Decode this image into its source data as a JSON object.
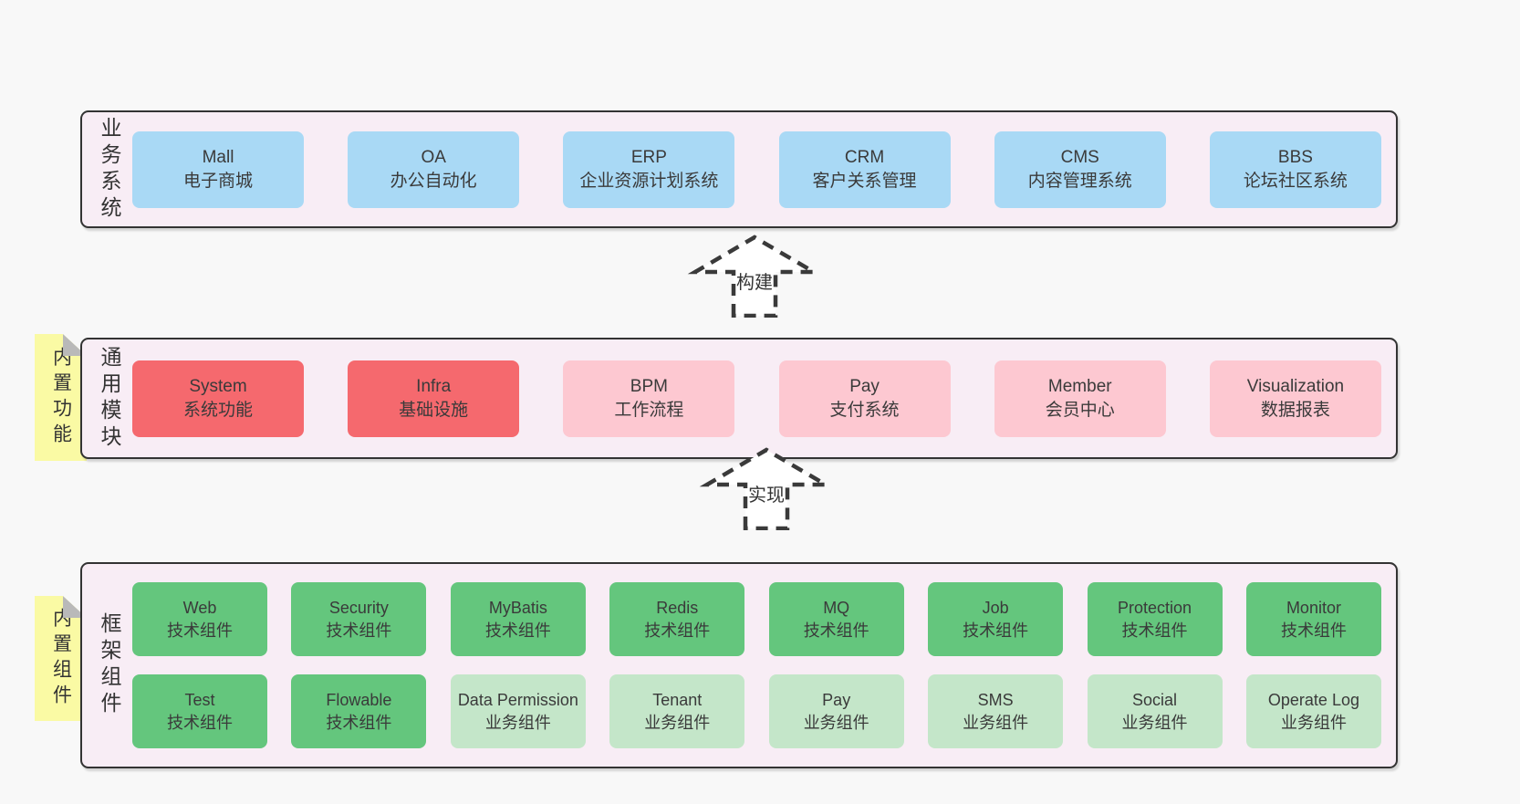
{
  "colors": {
    "pageBg": "#f8f8f8",
    "bandBg": "#f8edf5",
    "bandBorder": "#333333",
    "blue": "#a9d9f5",
    "red": "#f5696e",
    "pink": "#fdc8d1",
    "green": "#64c67d",
    "greenLight": "#c4e6c9",
    "noteYellow": "#fafaa4",
    "noteFold": "#b9b9b9",
    "text": "#3a3a3a"
  },
  "arrows": [
    {
      "label": "构建"
    },
    {
      "label": "实现"
    }
  ],
  "bands": [
    {
      "label": "业务系统",
      "rows": [
        {
          "boxes": [
            {
              "name": "Mall",
              "desc": "电子商城",
              "tone": "blue"
            },
            {
              "name": "OA",
              "desc": "办公自动化",
              "tone": "blue"
            },
            {
              "name": "ERP",
              "desc": "企业资源计划系统",
              "tone": "blue"
            },
            {
              "name": "CRM",
              "desc": "客户关系管理",
              "tone": "blue"
            },
            {
              "name": "CMS",
              "desc": "内容管理系统",
              "tone": "blue"
            },
            {
              "name": "BBS",
              "desc": "论坛社区系统",
              "tone": "blue"
            }
          ]
        }
      ]
    },
    {
      "label": "通用模块",
      "note": "内置功能",
      "rows": [
        {
          "boxes": [
            {
              "name": "System",
              "desc": "系统功能",
              "tone": "red"
            },
            {
              "name": "Infra",
              "desc": "基础设施",
              "tone": "red"
            },
            {
              "name": "BPM",
              "desc": "工作流程",
              "tone": "pink"
            },
            {
              "name": "Pay",
              "desc": "支付系统",
              "tone": "pink"
            },
            {
              "name": "Member",
              "desc": "会员中心",
              "tone": "pink"
            },
            {
              "name": "Visualization",
              "desc": "数据报表",
              "tone": "pink"
            }
          ]
        }
      ]
    },
    {
      "label": "框架组件",
      "note": "内置组件",
      "rows": [
        {
          "boxes": [
            {
              "name": "Web",
              "desc": "技术组件",
              "tone": "green"
            },
            {
              "name": "Security",
              "desc": "技术组件",
              "tone": "green"
            },
            {
              "name": "MyBatis",
              "desc": "技术组件",
              "tone": "green"
            },
            {
              "name": "Redis",
              "desc": "技术组件",
              "tone": "green"
            },
            {
              "name": "MQ",
              "desc": "技术组件",
              "tone": "green"
            },
            {
              "name": "Job",
              "desc": "技术组件",
              "tone": "green"
            },
            {
              "name": "Protection",
              "desc": "技术组件",
              "tone": "green"
            },
            {
              "name": "Monitor",
              "desc": "技术组件",
              "tone": "green"
            }
          ]
        },
        {
          "boxes": [
            {
              "name": "Test",
              "desc": "技术组件",
              "tone": "green"
            },
            {
              "name": "Flowable",
              "desc": "技术组件",
              "tone": "green"
            },
            {
              "name": "Data Permission",
              "desc": "业务组件",
              "tone": "green-light"
            },
            {
              "name": "Tenant",
              "desc": "业务组件",
              "tone": "green-light"
            },
            {
              "name": "Pay",
              "desc": "业务组件",
              "tone": "green-light"
            },
            {
              "name": "SMS",
              "desc": "业务组件",
              "tone": "green-light"
            },
            {
              "name": "Social",
              "desc": "业务组件",
              "tone": "green-light"
            },
            {
              "name": "Operate Log",
              "desc": "业务组件",
              "tone": "green-light"
            }
          ]
        }
      ]
    }
  ]
}
